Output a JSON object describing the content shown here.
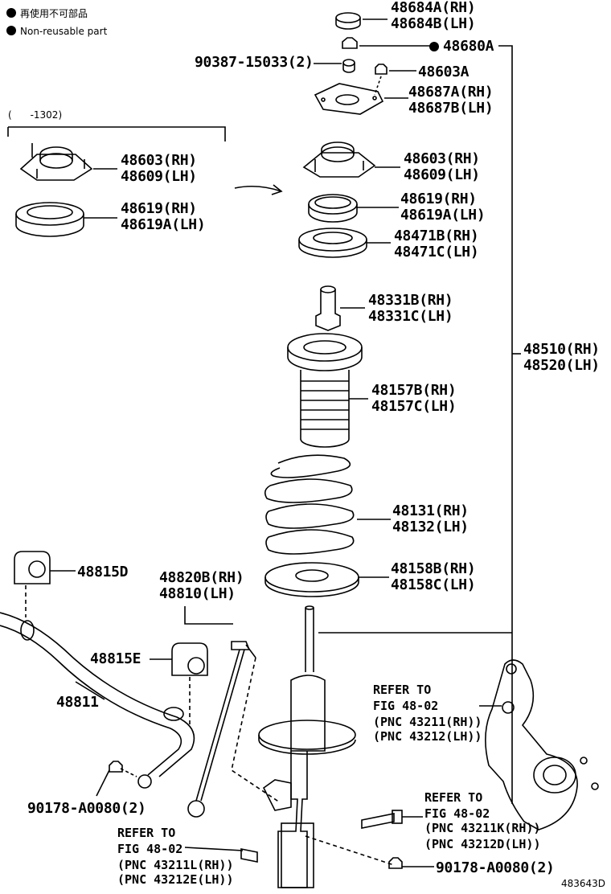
{
  "legend": {
    "line1": "再使用不可部品",
    "line2": "Non-reusable part"
  },
  "range_note": "(      -1302)",
  "parts": {
    "p48684": [
      "48684A(RH)",
      "48684B(LH)"
    ],
    "p48680": "48680A",
    "p90387": "90387-15033(2)",
    "p48603a": "48603A",
    "p48687": [
      "48687A(RH)",
      "48687B(LH)"
    ],
    "p48603_left": [
      "48603(RH)",
      "48609(LH)"
    ],
    "p48619_left": [
      "48619(RH)",
      "48619A(LH)"
    ],
    "p48603_right": [
      "48603(RH)",
      "48609(LH)"
    ],
    "p48619_right": [
      "48619(RH)",
      "48619A(LH)"
    ],
    "p48471": [
      "48471B(RH)",
      "48471C(LH)"
    ],
    "p48331": [
      "48331B(RH)",
      "48331C(LH)"
    ],
    "p48510": [
      "48510(RH)",
      "48520(LH)"
    ],
    "p48157": [
      "48157B(RH)",
      "48157C(LH)"
    ],
    "p48131": [
      "48131(RH)",
      "48132(LH)"
    ],
    "p48158": [
      "48158B(RH)",
      "48158C(LH)"
    ],
    "p48815d": "48815D",
    "p48820": [
      "48820B(RH)",
      "48810(LH)"
    ],
    "p48815e": "48815E",
    "p48811": "48811",
    "p90178_left": "90178-A0080(2)",
    "p90178_right": "90178-A0080(2)"
  },
  "refs": {
    "ref_upper": [
      "REFER TO",
      "FIG 48-02",
      "(PNC 43211(RH))",
      "(PNC 43212(LH))"
    ],
    "ref_middle": [
      "REFER TO",
      "FIG 48-02",
      "(PNC 43211K(RH))",
      "(PNC 43212D(LH))"
    ],
    "ref_lower": [
      "REFER TO",
      "FIG 48-02",
      "(PNC 43211L(RH))",
      "(PNC 43212E(LH))"
    ]
  },
  "illustration_id": "483643D"
}
